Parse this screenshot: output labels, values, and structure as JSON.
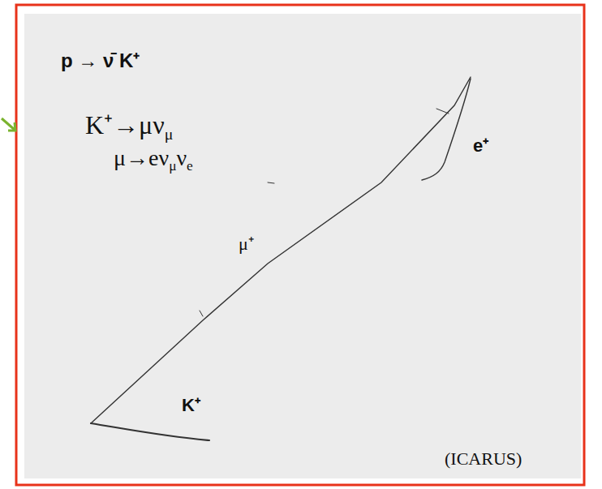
{
  "diagram": {
    "labels": [
      "p → ν̄ K⁺",
      "K⁺→μνμ",
      "μ→eνμνe",
      "μ⁺",
      "e⁺",
      "K⁺",
      "(ICARUS)"
    ]
  }
}
